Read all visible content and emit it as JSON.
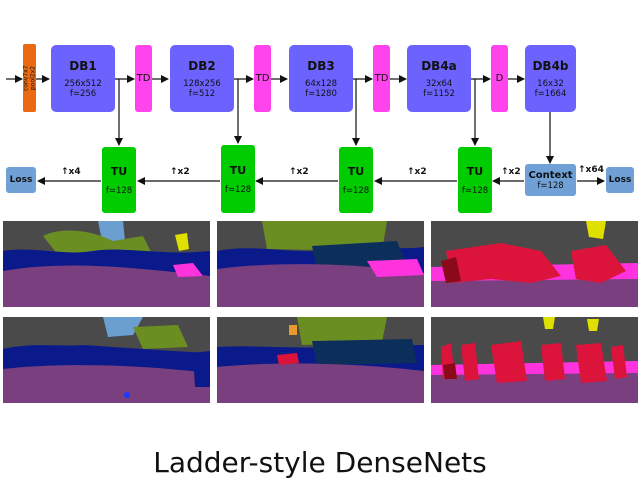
{
  "diagram": {
    "input": {
      "conv": "conv7x7",
      "pool": "pool2x2"
    },
    "db1": {
      "name": "DB1",
      "res": "256x512",
      "f": "f=256"
    },
    "db2": {
      "name": "DB2",
      "res": "128x256",
      "f": "f=512"
    },
    "db3": {
      "name": "DB3",
      "res": "64x128",
      "f": "f=1280"
    },
    "db4a": {
      "name": "DB4a",
      "res": "32x64",
      "f": "f=1152"
    },
    "db4b": {
      "name": "DB4b",
      "res": "16x32",
      "f": "f=1664"
    },
    "td": "TD",
    "d": "D",
    "tu": {
      "name": "TU",
      "f": "f=128"
    },
    "context": {
      "name": "Context",
      "f": "f=128"
    },
    "loss": "Loss",
    "upsample": {
      "x4": "↑x4",
      "x2": "↑x2",
      "x64": "↑x64"
    }
  },
  "caption": "Ladder-style DenseNets",
  "colors": {
    "dense_block": "#6c63ff",
    "transition": "#ff44ee",
    "transition_up": "#00cc00",
    "context": "#6fa1d6",
    "input": "#e96a12"
  }
}
